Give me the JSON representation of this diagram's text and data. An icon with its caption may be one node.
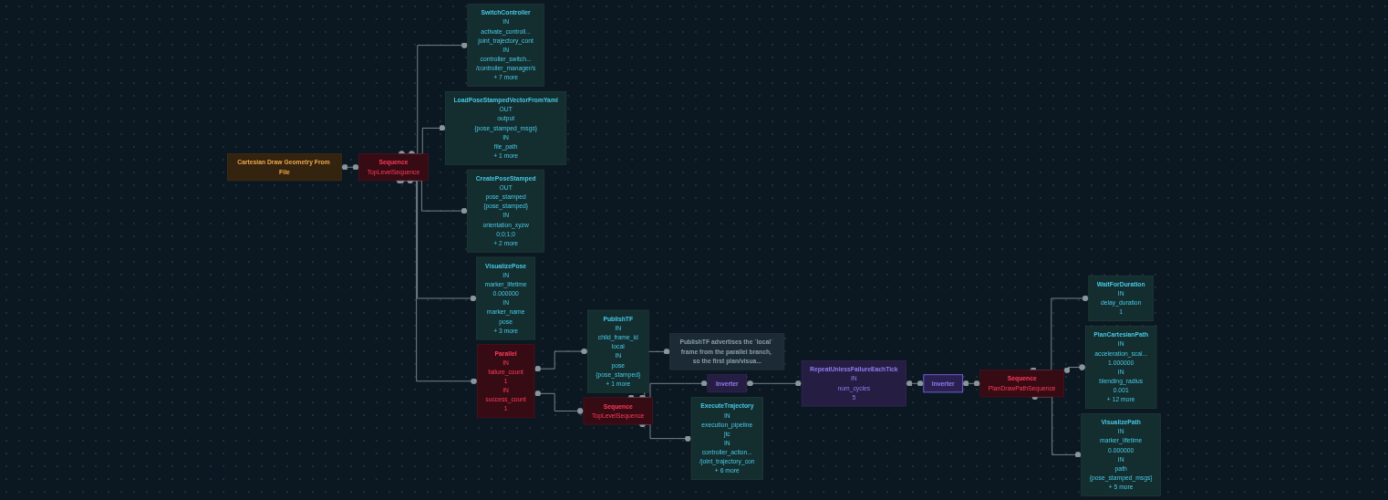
{
  "diagram": {
    "nodes": [
      {
        "text": [
          "Cartesian Draw Geometry From File"
        ]
      },
      {
        "text": [
          "Sequence",
          "TopLevelSequence"
        ]
      },
      {
        "text": [
          "SwitchController",
          "IN",
          "activate_controll...",
          "joint_trajectory_cont",
          "IN",
          "controller_switch...",
          "/controller_manager/s",
          "+ 7 more"
        ]
      },
      {
        "text": [
          "LoadPoseStampedVectorFromYaml",
          "OUT",
          "output",
          "{pose_stamped_msgs}",
          "IN",
          "file_path",
          "+ 1 more"
        ]
      },
      {
        "text": [
          "CreatePoseStamped",
          "OUT",
          "pose_stamped",
          "{pose_stamped}",
          "IN",
          "orientation_xyzw",
          "0;0;1;0",
          "+ 2 more"
        ]
      },
      {
        "text": [
          "VisualizePose",
          "IN",
          "marker_lifetime",
          "0.000000",
          "IN",
          "marker_name",
          "pose",
          "+ 3 more"
        ]
      },
      {
        "text": [
          "Parallel",
          "IN",
          "failure_count",
          "1",
          "IN",
          "success_count",
          "1"
        ]
      },
      {
        "text": [
          "PublishTF",
          "IN",
          "child_frame_id",
          "local",
          "IN",
          "pose",
          "{pose_stamped}",
          "+ 1 more"
        ]
      },
      {
        "text": [
          "Sequence",
          "TopLevelSequence"
        ]
      },
      {
        "text": [
          "PublishTF advertises the `local` frame from the parallel branch, so the first plan/visua..."
        ]
      },
      {
        "text": [
          "Inverter"
        ]
      },
      {
        "text": [
          "ExecuteTrajectory",
          "IN",
          "execution_pipeline",
          "jtc",
          "IN",
          "controller_action...",
          "/joint_trajectory_con",
          "+ 6 more"
        ]
      },
      {
        "text": [
          "RepeatUnlessFailureEachTick",
          "IN",
          "num_cycles",
          "5"
        ]
      },
      {
        "text": [
          "Inverter"
        ]
      },
      {
        "text": [
          "Sequence",
          "PlanDrawPathSequence"
        ]
      },
      {
        "text": [
          "WaitForDuration",
          "IN",
          "delay_duration",
          "1"
        ]
      },
      {
        "text": [
          "PlanCartesianPath",
          "IN",
          "acceleration_scal...",
          "1.000000",
          "IN",
          "blending_radius",
          "0.001",
          "+ 12 more"
        ]
      },
      {
        "text": [
          "VisualizePath",
          "IN",
          "marker_lifetime",
          "0.000000",
          "IN",
          "path",
          "{pose_stamped_msgs}",
          "+ 5 more"
        ]
      }
    ],
    "edges": [
      {
        "from": 0,
        "to": 1,
        "arrow": "other"
      },
      {
        "from": 1,
        "to": 2,
        "arrow": "other"
      },
      {
        "from": 1,
        "to": 3,
        "arrow": "other"
      },
      {
        "from": 1,
        "to": 4,
        "arrow": "other"
      },
      {
        "from": 1,
        "to": 5,
        "arrow": "other"
      },
      {
        "from": 1,
        "to": 6,
        "arrow": "other"
      },
      {
        "from": 6,
        "to": 7,
        "arrow": "other"
      },
      {
        "from": 6,
        "to": 8,
        "arrow": "other"
      },
      {
        "from": 8,
        "to": 9,
        "arrow": "other"
      },
      {
        "from": 8,
        "to": 10,
        "arrow": "other"
      },
      {
        "from": 8,
        "to": 11,
        "arrow": "other"
      },
      {
        "from": 10,
        "to": 12,
        "arrow": "other"
      },
      {
        "from": 12,
        "to": 13,
        "arrow": "other"
      },
      {
        "from": 13,
        "to": 14,
        "arrow": "other"
      },
      {
        "from": 14,
        "to": 15,
        "arrow": "other"
      },
      {
        "from": 14,
        "to": 16,
        "arrow": "other"
      },
      {
        "from": 14,
        "to": 17,
        "arrow": "other"
      }
    ]
  }
}
